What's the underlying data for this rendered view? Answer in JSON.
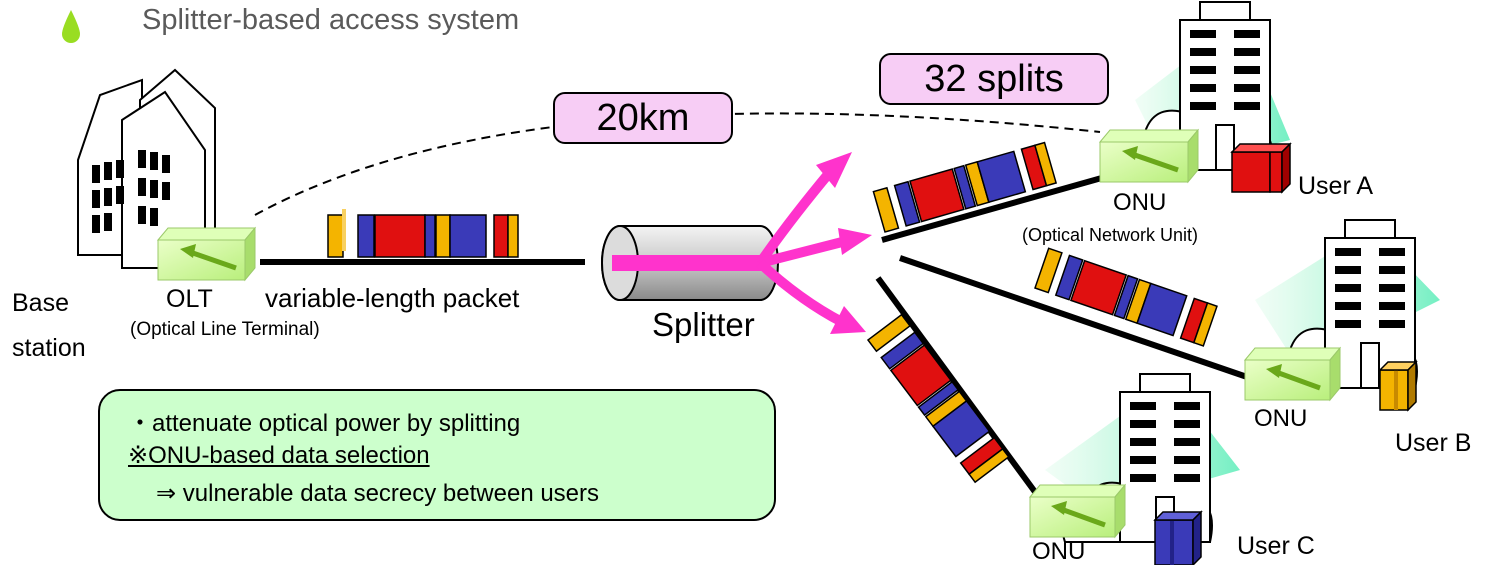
{
  "header": {
    "title": "Splitter-based access system"
  },
  "distance_label": "20km",
  "splits_label": "32 splits",
  "base_station": {
    "line1": "Base",
    "line2": "station"
  },
  "olt": {
    "label": "OLT",
    "sublabel": "(Optical Line Terminal)"
  },
  "packet_label": "variable-length packet",
  "splitter_label": "Splitter",
  "onu_a": {
    "label": "ONU",
    "sublabel": "(Optical Network Unit)"
  },
  "onu_b": {
    "label": "ONU"
  },
  "onu_c": {
    "label": "ONU"
  },
  "users": {
    "a": "User A",
    "b": "User B",
    "c": "User C"
  },
  "note": {
    "line1": "・attenuate optical power by splitting",
    "line2": "※ONU-based data selection",
    "line3": "⇒  vulnerable data secrecy between users"
  },
  "colors": {
    "fiber": "#000000",
    "packet_red": "#e01010",
    "packet_blue": "#3a3ab8",
    "packet_yellow": "#f4b400",
    "arrow_magenta": "#ff33cc",
    "label_box": "#f7cdf5",
    "note_box": "#ccffcc",
    "bullet": "#99dd22"
  }
}
